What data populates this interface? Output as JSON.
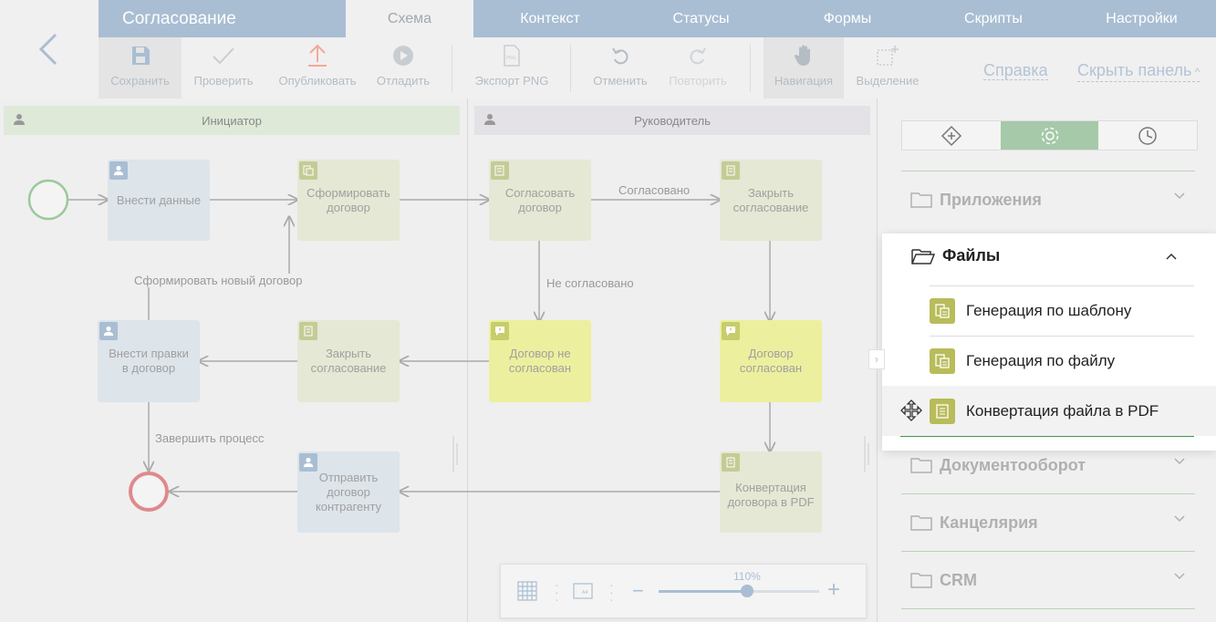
{
  "app": {
    "title": "Согласование"
  },
  "tabs": [
    {
      "label": "Схема"
    },
    {
      "label": "Контекст"
    },
    {
      "label": "Статусы"
    },
    {
      "label": "Формы"
    },
    {
      "label": "Скрипты"
    },
    {
      "label": "Настройки"
    }
  ],
  "toolbar": {
    "save": "Сохранить",
    "check": "Проверить",
    "publish": "Опубликовать",
    "debug": "Отладить",
    "export_png": "Экспорт PNG",
    "undo": "Отменить",
    "redo": "Повторить",
    "navigation": "Навигация",
    "selection": "Выделение",
    "help": "Справка",
    "hide_panel": "Скрыть панель"
  },
  "lanes": {
    "initiator": "Инициатор",
    "manager": "Руководитель"
  },
  "nodes": {
    "enter_data": "Внести данные",
    "form_contract": "Сформировать договор",
    "approve_contract": "Согласовать договор",
    "close_approval_1": "Закрыть согласование",
    "edit_contract": "Внести правки в договор",
    "close_approval_2": "Закрыть согласование",
    "not_approved": "Договор не согласован",
    "approved": "Договор согласован",
    "send_contract": "Отправить договор контрагенту",
    "convert_pdf": "Конвертация договора в PDF"
  },
  "edges": {
    "approved": "Согласовано",
    "not_approved": "Не согласовано",
    "new_contract": "Сформировать новый договор",
    "finish": "Завершить процесс"
  },
  "zoom": {
    "percent": "110%",
    "level": 0.55
  },
  "panel": {
    "categories": [
      {
        "label": "Приложения"
      },
      {
        "label": "Документооборот"
      },
      {
        "label": "Канцелярия"
      },
      {
        "label": "CRM"
      }
    ],
    "files": {
      "label": "Файлы",
      "items": [
        {
          "label": "Генерация по шаблону"
        },
        {
          "label": "Генерация по файлу"
        },
        {
          "label": "Конвертация файла в PDF"
        }
      ]
    }
  }
}
